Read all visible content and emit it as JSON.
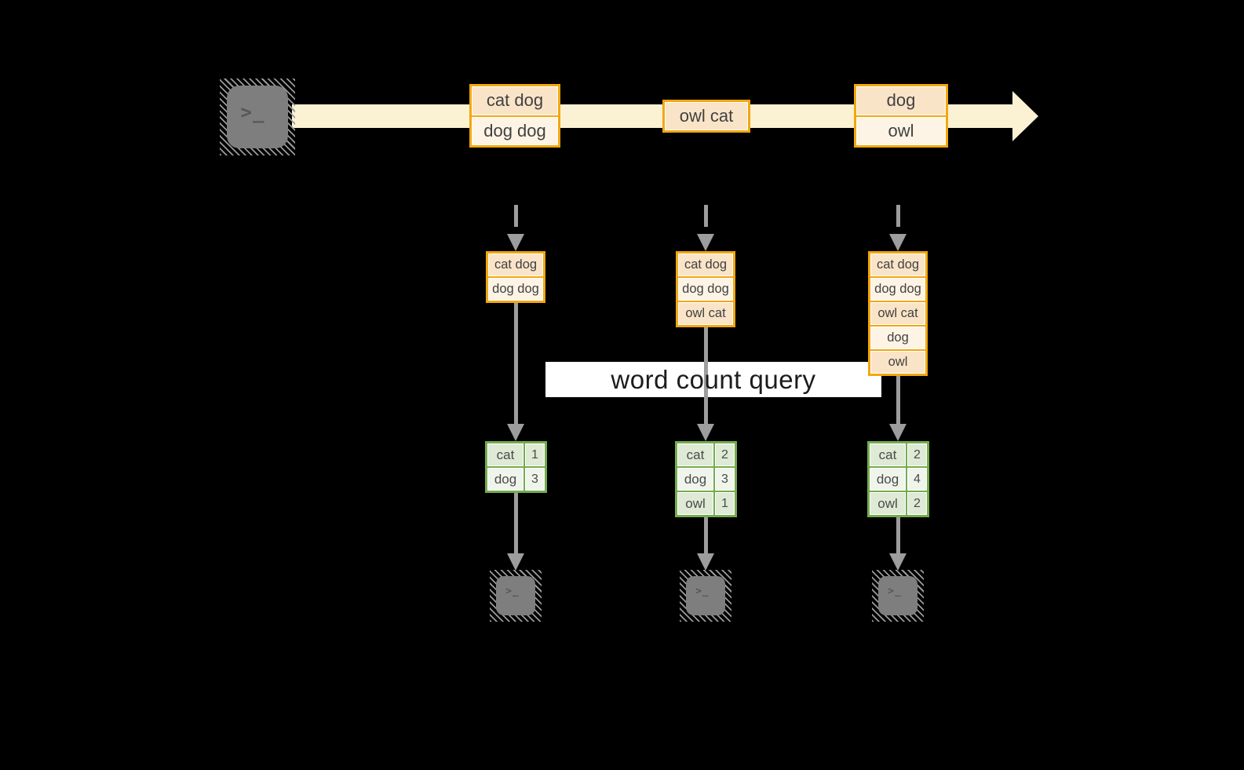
{
  "canvas": {
    "background": "#000000"
  },
  "palette": {
    "stream_arrow": "#FBF1D3",
    "gold_border": "#F2A70D",
    "peach_dark": "#FAE4C8",
    "peach_light": "#FEF4E5",
    "green_border": "#74AC4C",
    "green_fill_dark": "#DEEAD5",
    "green_fill_light": "#F0F5EC",
    "connector_gray": "#9D9D9D",
    "terminal_gray": "#7E7E7E",
    "banner_bg": "#FFFFFF"
  },
  "icons": {
    "source_terminal": "terminal-icon",
    "sink_terminal": "terminal-icon",
    "prompt_glyph": ">_"
  },
  "banner": {
    "label": "word count query"
  },
  "stream": {
    "message_groups": [
      {
        "cells": [
          "cat dog",
          "dog dog"
        ]
      },
      {
        "cells": [
          "owl cat"
        ]
      },
      {
        "cells": [
          "dog",
          "owl"
        ]
      }
    ]
  },
  "columns": [
    {
      "batch": [
        "cat dog",
        "dog dog"
      ],
      "counts": [
        {
          "word": "cat",
          "count": "1"
        },
        {
          "word": "dog",
          "count": "3"
        }
      ]
    },
    {
      "batch": [
        "cat dog",
        "dog dog",
        "owl cat"
      ],
      "counts": [
        {
          "word": "cat",
          "count": "2"
        },
        {
          "word": "dog",
          "count": "3"
        },
        {
          "word": "owl",
          "count": "1"
        }
      ]
    },
    {
      "batch": [
        "cat dog",
        "dog dog",
        "owl cat",
        "dog",
        "owl"
      ],
      "counts": [
        {
          "word": "cat",
          "count": "2"
        },
        {
          "word": "dog",
          "count": "4"
        },
        {
          "word": "owl",
          "count": "2"
        }
      ]
    }
  ]
}
